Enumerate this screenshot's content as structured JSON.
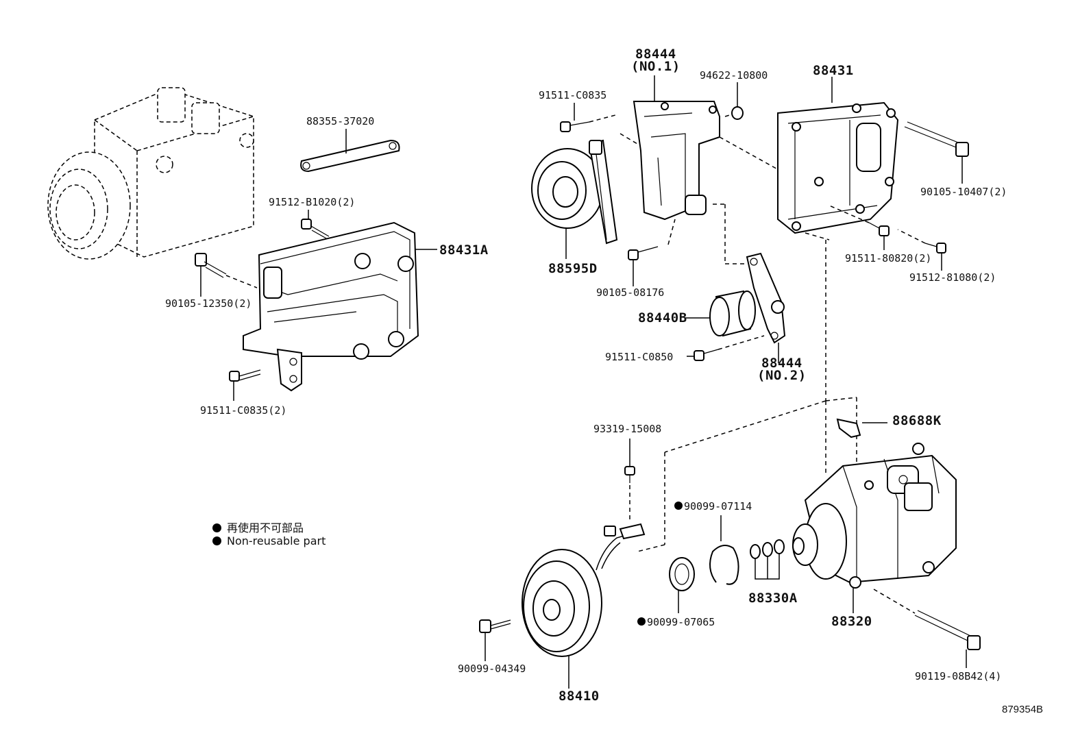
{
  "parts": {
    "p88355": "88355-37020",
    "p91512b": "91512-B1020(2)",
    "p88431a": "88431A",
    "p90105_12350": "90105-12350(2)",
    "p91511_c0835_2": "91511-C0835(2)",
    "p88444_1_num": "88444",
    "p88444_1_sub": "(NO.1)",
    "p94622": "94622-10800",
    "p88431": "88431",
    "p91511_c0835": "91511-C0835",
    "p90105_10407": "90105-10407(2)",
    "p88595d": "88595D",
    "p91511_80820": "91511-80820(2)",
    "p91512_81080": "91512-81080(2)",
    "p90105_08176": "90105-08176",
    "p88440b": "88440B",
    "p91511_c0850": "91511-C0850",
    "p88444_2_num": "88444",
    "p88444_2_sub": "(NO.2)",
    "p93319": "93319-15008",
    "p88688k": "88688K",
    "p90099_07114": "90099-07114",
    "p88330a": "88330A",
    "p90099_07065": "90099-07065",
    "p88320": "88320",
    "p90099_04349": "90099-04349",
    "p90119": "90119-08B42(4)",
    "p88410": "88410"
  },
  "legend": {
    "jp": "再使用不可部品",
    "en": "Non-reusable part"
  },
  "ref_code": "879354B"
}
